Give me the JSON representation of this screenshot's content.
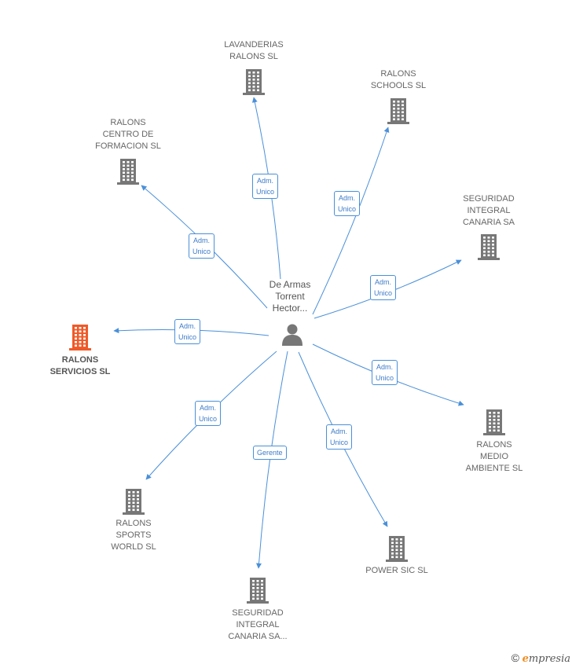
{
  "colors": {
    "edge": "#4a90d9",
    "building": "#777777",
    "building_primary": "#f05a28",
    "person": "#777777"
  },
  "center": {
    "name_lines": [
      "De Armas",
      "Torrent",
      "Hector..."
    ],
    "icon": "person-icon"
  },
  "nodes": [
    {
      "id": "lavanderias",
      "lines": [
        "LAVANDERIAS",
        "RALONS SL"
      ],
      "primary": false
    },
    {
      "id": "schools",
      "lines": [
        "RALONS",
        "SCHOOLS SL"
      ],
      "primary": false
    },
    {
      "id": "centro",
      "lines": [
        "RALONS",
        "CENTRO DE",
        "FORMACION SL"
      ],
      "primary": false
    },
    {
      "id": "seguridad1",
      "lines": [
        "SEGURIDAD",
        "INTEGRAL",
        "CANARIA SA"
      ],
      "primary": false
    },
    {
      "id": "servicios",
      "lines": [
        "RALONS",
        "SERVICIOS SL"
      ],
      "primary": true
    },
    {
      "id": "medio",
      "lines": [
        "RALONS",
        "MEDIO",
        "AMBIENTE SL"
      ],
      "primary": false
    },
    {
      "id": "sports",
      "lines": [
        "RALONS",
        "SPORTS",
        "WORLD SL"
      ],
      "primary": false
    },
    {
      "id": "power",
      "lines": [
        "POWER SIC SL"
      ],
      "primary": false
    },
    {
      "id": "seguridad2",
      "lines": [
        "SEGURIDAD",
        "INTEGRAL",
        "CANARIA SA..."
      ],
      "primary": false
    }
  ],
  "edges": [
    {
      "to": "lavanderias",
      "label": [
        "Adm.",
        "Unico"
      ]
    },
    {
      "to": "schools",
      "label": [
        "Adm.",
        "Unico"
      ]
    },
    {
      "to": "centro",
      "label": [
        "Adm.",
        "Unico"
      ]
    },
    {
      "to": "seguridad1",
      "label": [
        "Adm.",
        "Unico"
      ]
    },
    {
      "to": "servicios",
      "label": [
        "Adm.",
        "Unico"
      ]
    },
    {
      "to": "medio",
      "label": [
        "Adm.",
        "Unico"
      ]
    },
    {
      "to": "sports",
      "label": [
        "Adm.",
        "Unico"
      ]
    },
    {
      "to": "power",
      "label": [
        "Adm.",
        "Unico"
      ]
    },
    {
      "to": "seguridad2",
      "label": [
        "Gerente"
      ]
    }
  ],
  "footer": {
    "copyright": "©",
    "brand_initial": "e",
    "brand_rest": "mpresia"
  }
}
